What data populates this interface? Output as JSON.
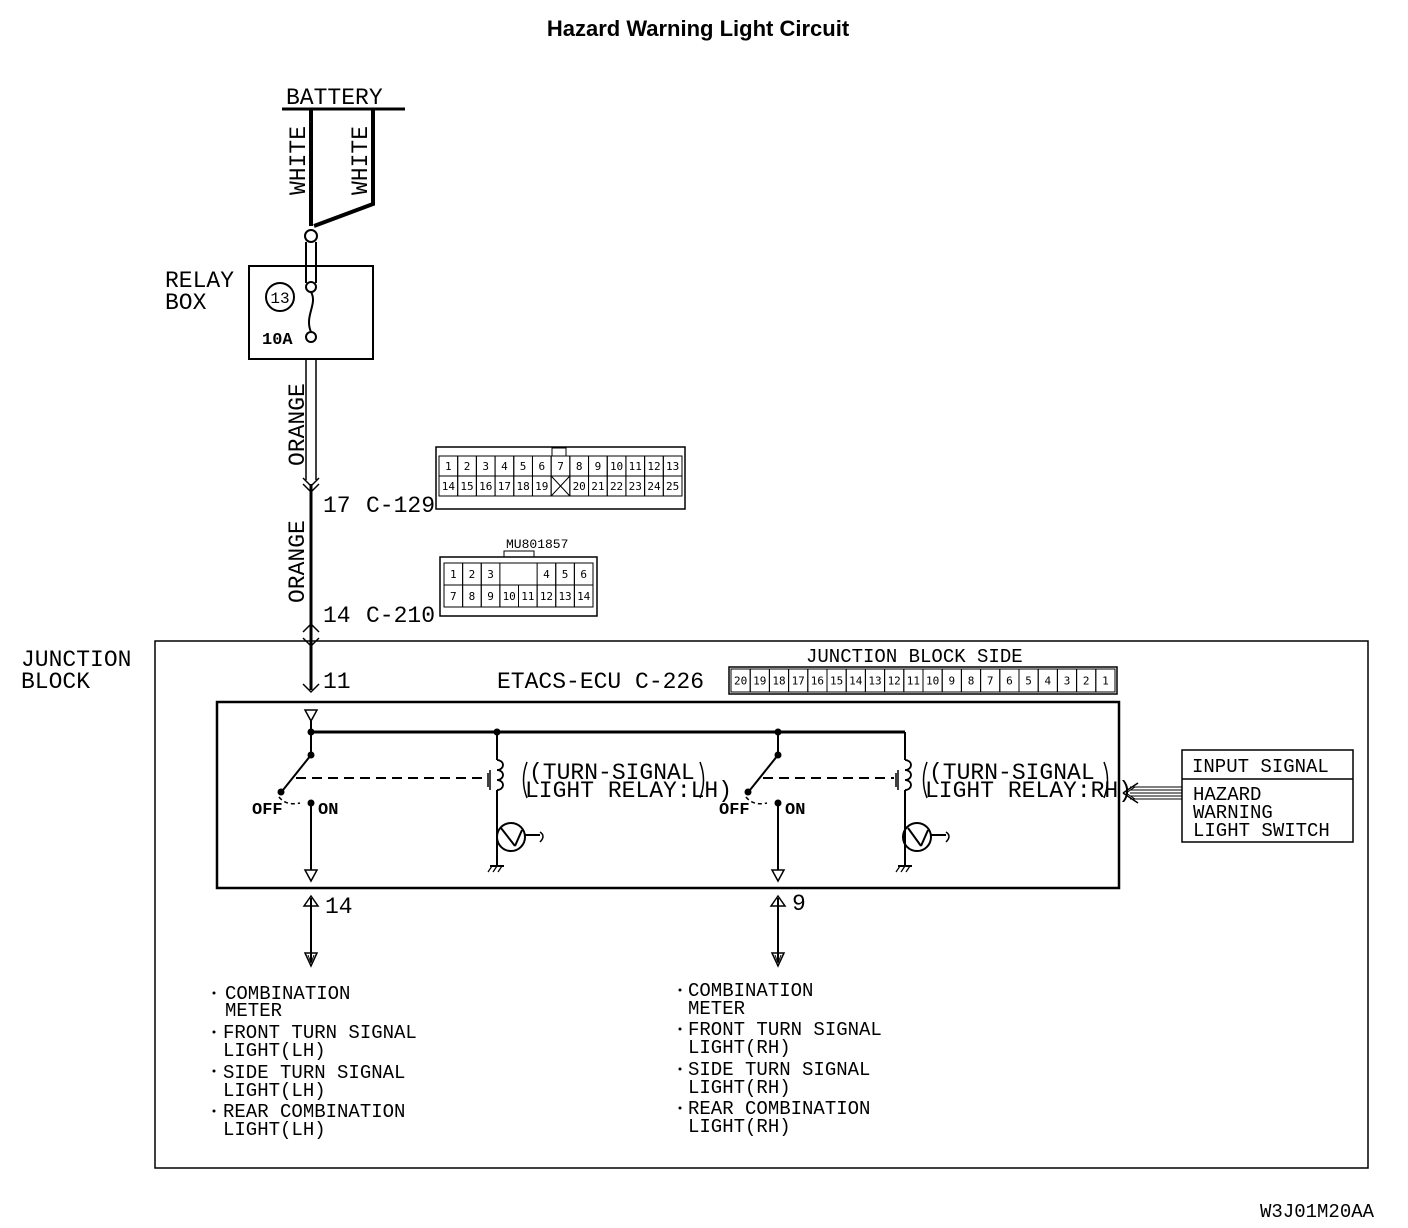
{
  "title": "Hazard Warning Light Circuit",
  "battery": "BATTERY",
  "wire_white": "WHITE",
  "relay_box": [
    "RELAY",
    "BOX"
  ],
  "fuse_no": "13",
  "fuse_rating": "10A",
  "wire_orange": "ORANGE",
  "connector_c129": {
    "pin": "17",
    "name": "C-129",
    "row1": [
      "1",
      "2",
      "3",
      "4",
      "5",
      "6",
      "7",
      "8",
      "9",
      "10",
      "11",
      "12",
      "13"
    ],
    "row2": [
      "14",
      "15",
      "16",
      "17",
      "18",
      "19",
      "",
      "20",
      "21",
      "22",
      "23",
      "24",
      "25"
    ]
  },
  "connector_c210": {
    "pin": "14",
    "name": "C-210",
    "part": "MU801857",
    "row1": [
      "1",
      "2",
      "3",
      "",
      "",
      "4",
      "5",
      "6"
    ],
    "row2": [
      "7",
      "8",
      "9",
      "10",
      "11",
      "12",
      "13",
      "14"
    ]
  },
  "junction_block": [
    "JUNCTION",
    "BLOCK"
  ],
  "junction_block_side": "JUNCTION BLOCK SIDE",
  "ecu": "ETACS-ECU C-226",
  "c226_pins": [
    "20",
    "19",
    "18",
    "17",
    "16",
    "15",
    "14",
    "13",
    "12",
    "11",
    "10",
    "9",
    "8",
    "7",
    "6",
    "5",
    "4",
    "3",
    "2",
    "1"
  ],
  "pin_in": "11",
  "pin_lh": "14",
  "pin_rh": "9",
  "switch_off": "OFF",
  "switch_on": "ON",
  "relay_lh": [
    "(TURN-SIGNAL",
    "LIGHT RELAY:LH)"
  ],
  "relay_rh": [
    "(TURN-SIGNAL",
    "LIGHT RELAY:RH)"
  ],
  "input_signal": "INPUT SIGNAL",
  "input_switch": [
    "HAZARD",
    "WARNING",
    "LIGHT SWITCH"
  ],
  "loads_lh": [
    [
      "COMBINATION",
      "METER"
    ],
    [
      "FRONT TURN SIGNAL",
      "LIGHT(LH)"
    ],
    [
      "SIDE TURN SIGNAL",
      "LIGHT(LH)"
    ],
    [
      "REAR COMBINATION",
      "LIGHT(LH)"
    ]
  ],
  "loads_rh": [
    [
      "COMBINATION",
      "METER"
    ],
    [
      "FRONT TURN SIGNAL",
      "LIGHT(RH)"
    ],
    [
      "SIDE TURN SIGNAL",
      "LIGHT(RH)"
    ],
    [
      "REAR COMBINATION",
      "LIGHT(RH)"
    ]
  ],
  "figure_code": "W3J01M20AA"
}
